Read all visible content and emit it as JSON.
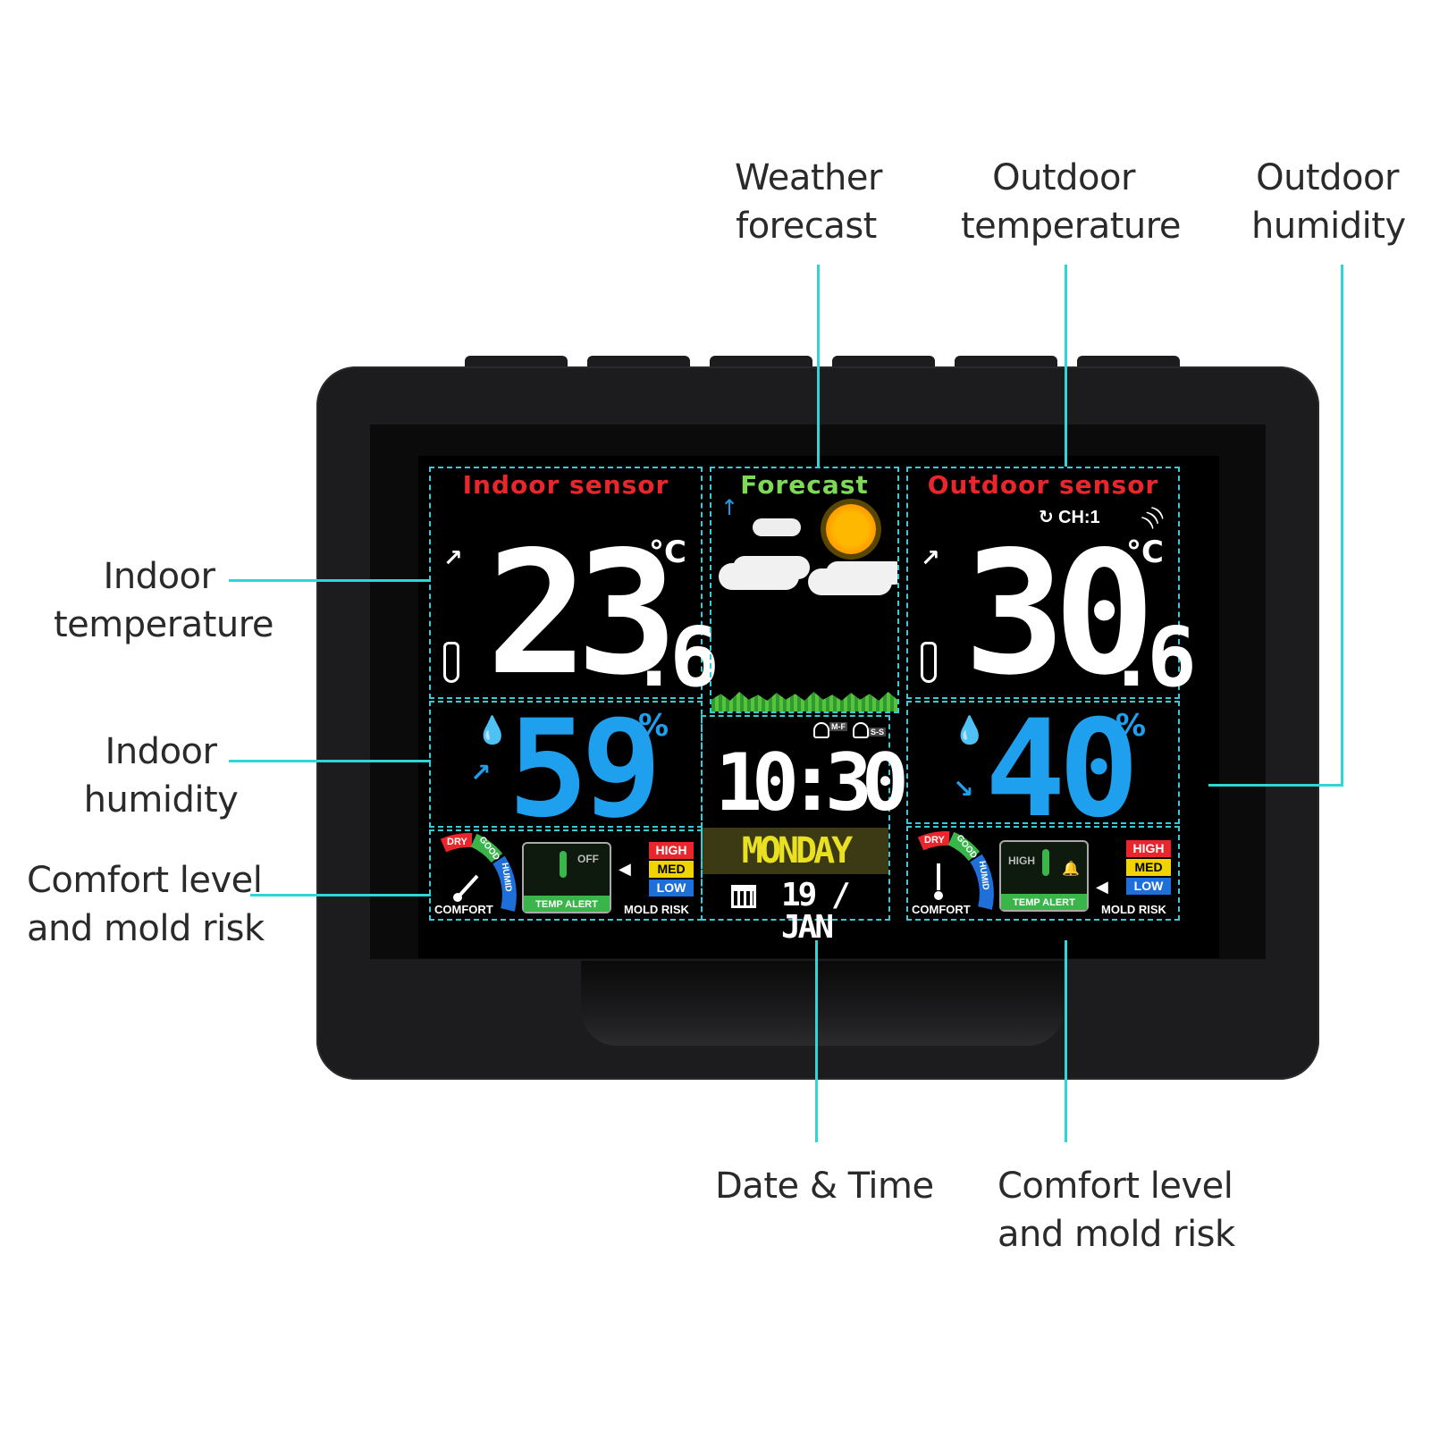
{
  "callouts": {
    "weather_forecast": [
      "Weather",
      "forecast"
    ],
    "outdoor_temperature": [
      "Outdoor",
      "temperature"
    ],
    "outdoor_humidity": [
      "Outdoor",
      "humidity"
    ],
    "indoor_temperature": [
      "Indoor",
      "temperature"
    ],
    "indoor_humidity": [
      "Indoor",
      "humidity"
    ],
    "comfort_left": [
      "Comfort level",
      "and mold risk"
    ],
    "date_time": "Date & Time",
    "comfort_right": [
      "Comfort level",
      "and mold risk"
    ]
  },
  "indoor": {
    "title": "Indoor sensor",
    "temp_int": "23",
    "temp_dec": ".6",
    "temp_unit": "°C",
    "humidity": "59",
    "humidity_unit": "%",
    "comfort_label": "COMFORT",
    "gauge": {
      "dry": "DRY",
      "good": "GOOD",
      "humid": "HUMID"
    },
    "alert_state": "OFF",
    "alert_label": "TEMP ALERT",
    "mold": {
      "high": "HIGH",
      "med": "MED",
      "low": "LOW",
      "label": "MOLD RISK"
    }
  },
  "forecast": {
    "title": "Forecast"
  },
  "clock": {
    "time": "10:30",
    "day": "MONDAY",
    "date": "19 / JAN",
    "alarm1": "M-F",
    "alarm2": "S-S"
  },
  "outdoor": {
    "title": "Outdoor sensor",
    "channel": "CH:1",
    "temp_int": "30",
    "temp_dec": ".6",
    "temp_unit": "°C",
    "humidity": "40",
    "humidity_unit": "%",
    "comfort_label": "COMFORT",
    "gauge": {
      "dry": "DRY",
      "good": "GOOD",
      "humid": "HUMID"
    },
    "alert_state": "HIGH",
    "alert_label": "TEMP ALERT",
    "mold": {
      "high": "HIGH",
      "med": "MED",
      "low": "LOW",
      "label": "MOLD RISK"
    }
  },
  "colors": {
    "callout_line": "#2fd6d8",
    "panel_border": "#3bc9d6",
    "sensor_title": "#e8262b",
    "forecast_title": "#7ed957",
    "humidity_digits": "#1ea0ee",
    "day_banner": "#3b3a14",
    "day_text": "#e8e020"
  }
}
